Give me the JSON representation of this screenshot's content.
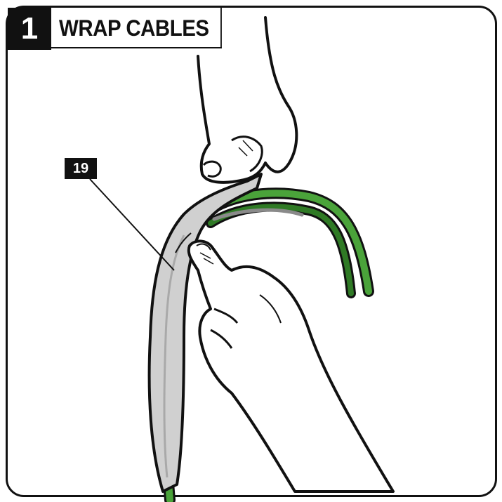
{
  "step": {
    "number": "1",
    "title": "WRAP CABLES"
  },
  "callout": {
    "label": "19"
  },
  "colors": {
    "outline": "#111111",
    "cable_green": "#4aa33a",
    "cable_green_dark": "#2f7a25",
    "sleeve_gray": "#d0d0d0",
    "sleeve_gray_dark": "#a9a9a9"
  },
  "icons": [
    "left-hand-icon",
    "right-hand-icon",
    "cable-icon",
    "wrap-sleeve-icon"
  ]
}
